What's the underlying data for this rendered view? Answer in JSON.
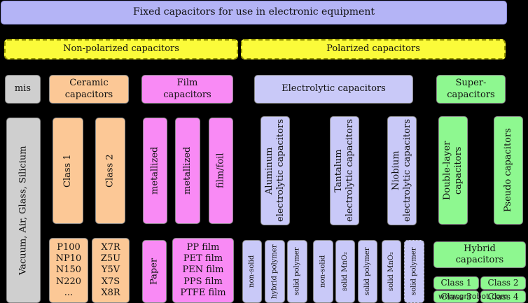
{
  "title": "Fixed capacitors for use in electronic equipment",
  "groups": {
    "non_polarized": "Non-polarized capacitors",
    "polarized": "Polarized capacitors"
  },
  "families": {
    "mis": "mis",
    "ceramic": "Ceramic\ncapacitors",
    "film": "Film\ncapacitors",
    "electrolytic": "Electrolytic capacitors",
    "super": "Super-\ncapacitors"
  },
  "mis_types": "Vacuum, Air, Glass, Silicium",
  "ceramic_classes": [
    "Class 1",
    "Class 2"
  ],
  "ceramic_class1_codes": "P100\nNP10\nN150\nN220\n...",
  "ceramic_class2_codes": "X7R\nZ5U\nY5V\nX7S\nX8R",
  "film_types": [
    "metallized",
    "metallized",
    "film/foil"
  ],
  "film_paper": "Paper",
  "film_materials": "PP film\nPET film\nPEN film\nPPS film\nPTFE film",
  "electrolytic_types": [
    "Aluminum\nelectrolytic capacitors",
    "Tantalum\nelectrolytic capacitors",
    "Niobium\nelectrolytic capacitors"
  ],
  "aluminum_electrolytes": [
    "non-solid",
    "hybrid polymer",
    "solid polymer"
  ],
  "tantalum_electrolytes": [
    "non-solid",
    "solid MnO₂",
    "solid polymer"
  ],
  "niobium_electrolytes": [
    "solid MnO₂",
    "solid polymer"
  ],
  "super_types": [
    "Double-layer\ncapacitors",
    "Pseudo capacitors"
  ],
  "hybrid": "Hybrid\ncapacitors",
  "hybrid_classes": [
    "Class 1",
    "Class 2",
    "Class 3",
    "Class 4"
  ],
  "watermark": "www.gnrobot.com"
}
